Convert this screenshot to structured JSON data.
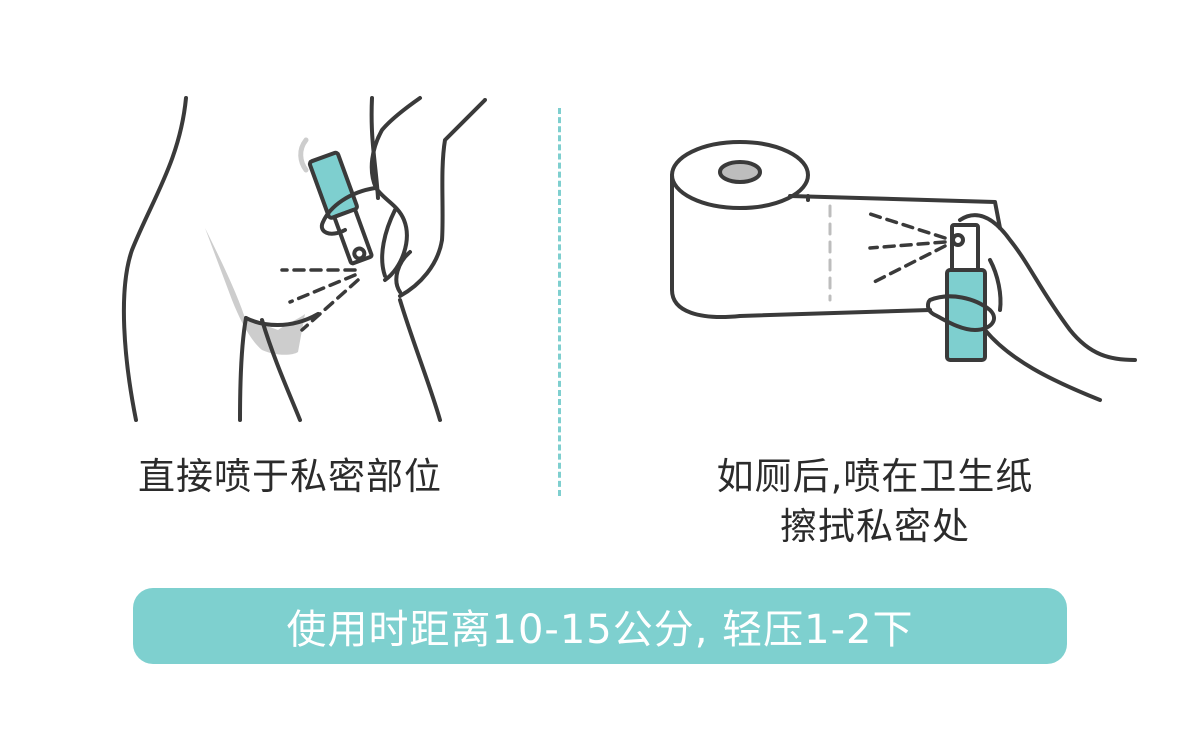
{
  "colors": {
    "accent": "#7ed0cf",
    "line": "#3a3a3a",
    "shadow": "#cdcdcd",
    "text": "#2b2b2b"
  },
  "left_panel": {
    "caption": "直接喷于私密部位",
    "icon": "hand-spraying-body-icon"
  },
  "right_panel": {
    "caption_line1": "如厕后,喷在卫生纸",
    "caption_line2": "擦拭私密处",
    "icon": "hand-spraying-toilet-paper-icon"
  },
  "banner": {
    "text": "使用时距离10-15公分, 轻压1-2下"
  }
}
